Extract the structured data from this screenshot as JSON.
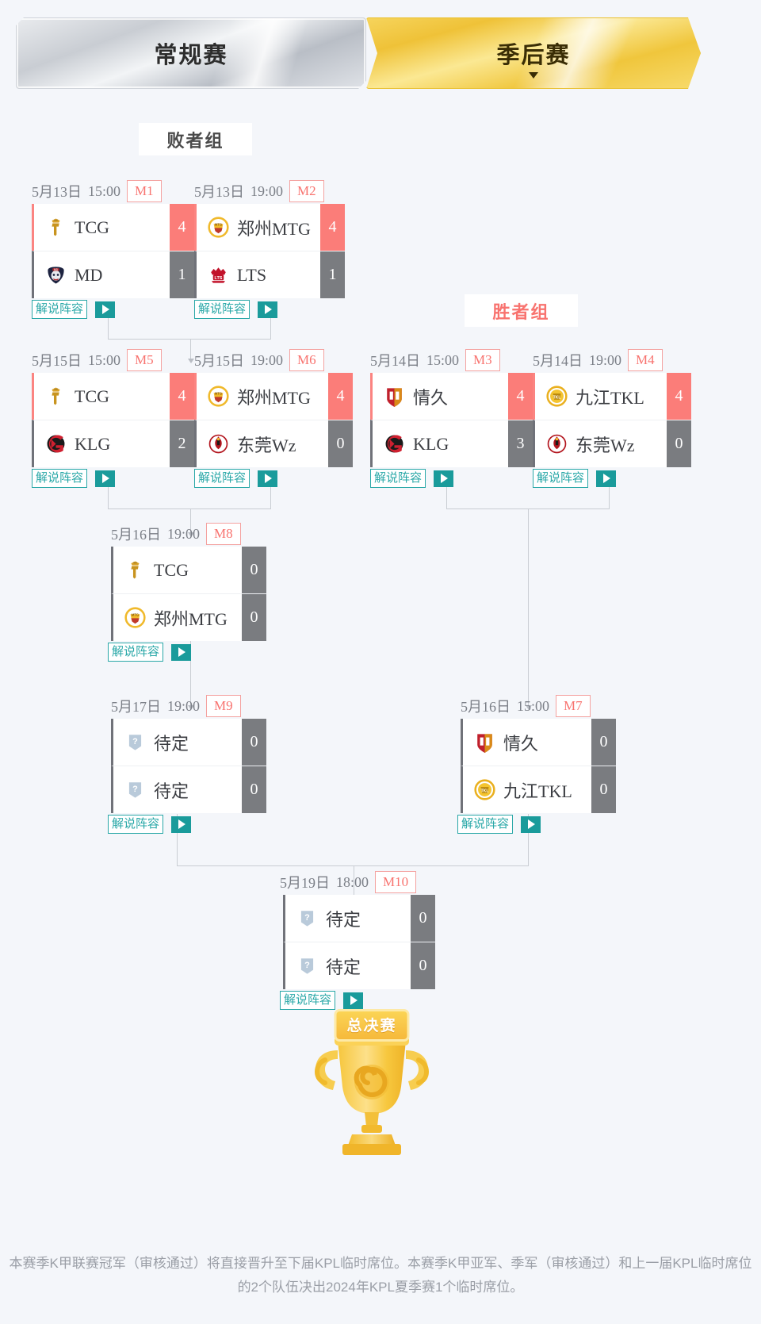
{
  "tabs": [
    {
      "label": "常规赛",
      "active": false
    },
    {
      "label": "季后赛",
      "active": true
    }
  ],
  "group_labels": {
    "losers": "败者组",
    "winners": "胜者组"
  },
  "caster_label": "解说阵容",
  "play_icon": "play-icon",
  "trophy": {
    "banner": "总决赛",
    "icon": "trophy-icon"
  },
  "footnote": "本赛季K甲联赛冠军（审核通过）将直接晋升至下届KPL临时席位。本赛季K甲亚军、季军（审核通过）和上一届KPL临时席位的2个队伍决出2024年KPL夏季赛1个临时席位。",
  "matches": {
    "M1": {
      "id": "M1",
      "date": "5月13日",
      "time": "15:00",
      "teams": [
        {
          "name": "TCG",
          "score": "4",
          "winner": true,
          "logo": "tcg-logo"
        },
        {
          "name": "MD",
          "score": "1",
          "winner": false,
          "logo": "md-logo"
        }
      ]
    },
    "M2": {
      "id": "M2",
      "date": "5月13日",
      "time": "19:00",
      "teams": [
        {
          "name": "郑州MTG",
          "score": "4",
          "winner": true,
          "logo": "mtg-logo"
        },
        {
          "name": "LTS",
          "score": "1",
          "winner": false,
          "logo": "lts-logo"
        }
      ]
    },
    "M3": {
      "id": "M3",
      "date": "5月14日",
      "time": "15:00",
      "teams": [
        {
          "name": "情久",
          "score": "4",
          "winner": true,
          "logo": "qj-logo"
        },
        {
          "name": "KLG",
          "score": "3",
          "winner": false,
          "logo": "klg-logo"
        }
      ]
    },
    "M4": {
      "id": "M4",
      "date": "5月14日",
      "time": "19:00",
      "teams": [
        {
          "name": "九江TKL",
          "score": "4",
          "winner": true,
          "logo": "tkl-logo"
        },
        {
          "name": "东莞Wz",
          "score": "0",
          "winner": false,
          "logo": "wz-logo"
        }
      ]
    },
    "M5": {
      "id": "M5",
      "date": "5月15日",
      "time": "15:00",
      "teams": [
        {
          "name": "TCG",
          "score": "4",
          "winner": true,
          "logo": "tcg-logo"
        },
        {
          "name": "KLG",
          "score": "2",
          "winner": false,
          "logo": "klg-logo"
        }
      ]
    },
    "M6": {
      "id": "M6",
      "date": "5月15日",
      "time": "19:00",
      "teams": [
        {
          "name": "郑州MTG",
          "score": "4",
          "winner": true,
          "logo": "mtg-logo"
        },
        {
          "name": "东莞Wz",
          "score": "0",
          "winner": false,
          "logo": "wz-logo"
        }
      ]
    },
    "M7": {
      "id": "M7",
      "date": "5月16日",
      "time": "15:00",
      "teams": [
        {
          "name": "情久",
          "score": "0",
          "winner": false,
          "logo": "qj-logo"
        },
        {
          "name": "九江TKL",
          "score": "0",
          "winner": false,
          "logo": "tkl-logo"
        }
      ]
    },
    "M8": {
      "id": "M8",
      "date": "5月16日",
      "time": "19:00",
      "teams": [
        {
          "name": "TCG",
          "score": "0",
          "winner": false,
          "logo": "tcg-logo"
        },
        {
          "name": "郑州MTG",
          "score": "0",
          "winner": false,
          "logo": "mtg-logo"
        }
      ]
    },
    "M9": {
      "id": "M9",
      "date": "5月17日",
      "time": "19:00",
      "teams": [
        {
          "name": "待定",
          "score": "0",
          "winner": false,
          "logo": "tbd-logo"
        },
        {
          "name": "待定",
          "score": "0",
          "winner": false,
          "logo": "tbd-logo"
        }
      ]
    },
    "M10": {
      "id": "M10",
      "date": "5月19日",
      "time": "18:00",
      "teams": [
        {
          "name": "待定",
          "score": "0",
          "winner": false,
          "logo": "tbd-logo"
        },
        {
          "name": "待定",
          "score": "0",
          "winner": false,
          "logo": "tbd-logo"
        }
      ]
    }
  },
  "colors": {
    "background": "#f4f6fa",
    "winner_red": "#fb7d79",
    "loser_gray": "#7a7c80",
    "tag_red": "#f8736f",
    "caster_teal": "#2aa8a8",
    "play_teal": "#1a9b9b",
    "line_gray": "#c9cdd3",
    "gold": "#f6c83c"
  }
}
